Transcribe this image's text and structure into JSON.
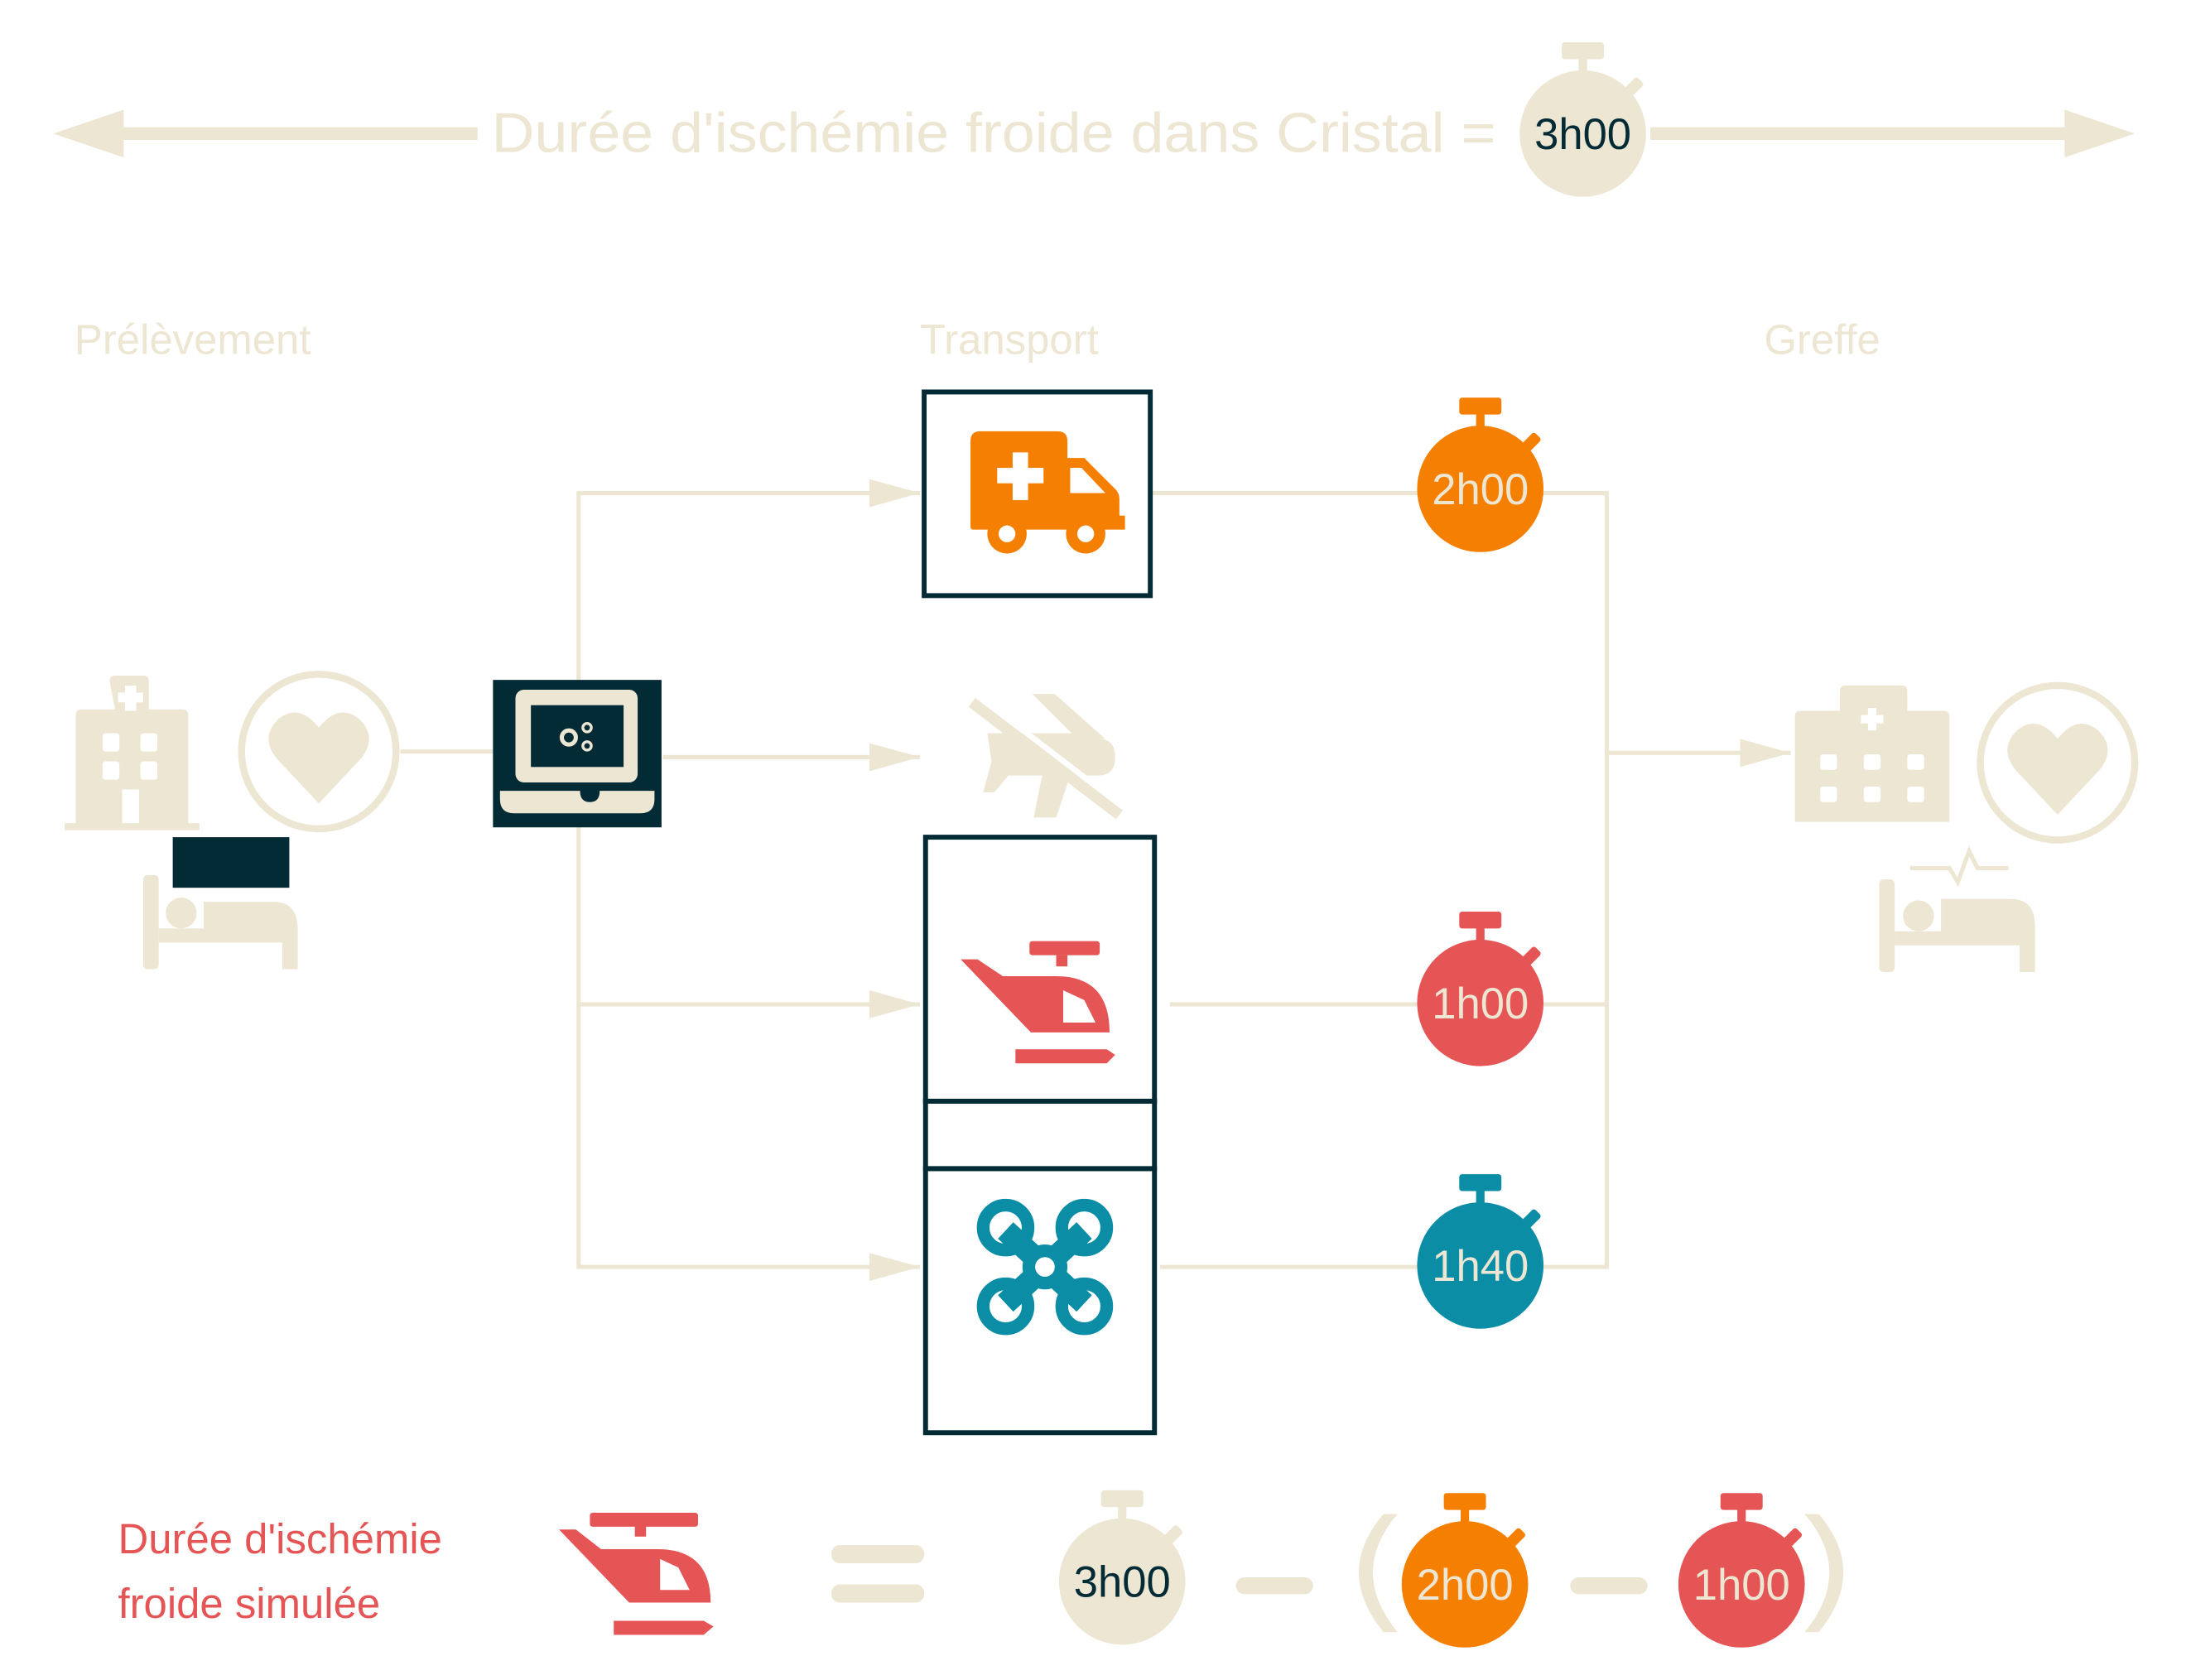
{
  "header": {
    "title": "Durée d'ischémie froide dans Cristal =",
    "total_time": "3h00"
  },
  "columns": {
    "left": "Prélèvement",
    "middle": "Transport",
    "right": "Greffe"
  },
  "transports": [
    {
      "mode": "ambulance",
      "icon": "ambulance-icon",
      "time": "2h00",
      "color": "#F57F00"
    },
    {
      "mode": "plane",
      "icon": "plane-off-icon",
      "time": "",
      "color": "#EDE6D3"
    },
    {
      "mode": "helicopter",
      "icon": "helicopter-icon",
      "time": "1h00",
      "color": "#E55555"
    },
    {
      "mode": "drone",
      "icon": "drone-icon",
      "time": "1h40",
      "color": "#0A8DA5"
    }
  ],
  "formula": {
    "label_line1": "Durée d'ischémie",
    "label_line2": "froide simulée",
    "total": "3h00",
    "ambulance": "2h00",
    "helicopter": "1h00"
  },
  "colors": {
    "beige": "#EDE6D3",
    "dark": "#032B36",
    "orange": "#F57F00",
    "red": "#E55555",
    "teal": "#0A8DA5"
  }
}
